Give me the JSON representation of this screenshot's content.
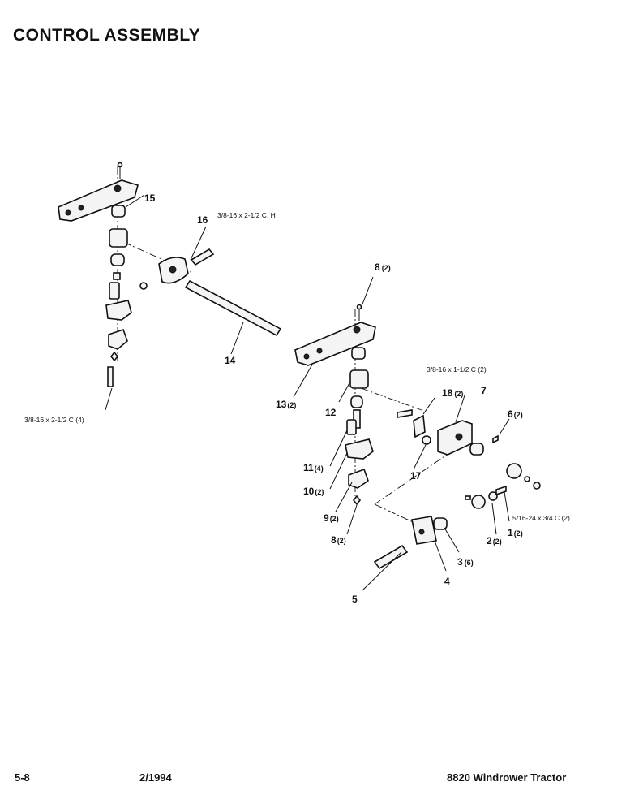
{
  "title": "CONTROL ASSEMBLY",
  "callouts": {
    "c1": {
      "num": "1",
      "qty": "(2)"
    },
    "c2": {
      "num": "2",
      "qty": "(2)"
    },
    "c3": {
      "num": "3",
      "qty": "(6)"
    },
    "c4": {
      "num": "4",
      "qty": ""
    },
    "c5": {
      "num": "5",
      "qty": ""
    },
    "c6": {
      "num": "6",
      "qty": "(2)"
    },
    "c7": {
      "num": "7",
      "qty": ""
    },
    "c8a": {
      "num": "8",
      "qty": "(2)"
    },
    "c8b": {
      "num": "8",
      "qty": "(2)"
    },
    "c9": {
      "num": "9",
      "qty": "(2)"
    },
    "c10": {
      "num": "10",
      "qty": "(2)"
    },
    "c11": {
      "num": "11",
      "qty": "(4)"
    },
    "c12": {
      "num": "12",
      "qty": ""
    },
    "c13": {
      "num": "13",
      "qty": "(2)"
    },
    "c14": {
      "num": "14",
      "qty": ""
    },
    "c15": {
      "num": "15",
      "qty": ""
    },
    "c16": {
      "num": "16",
      "qty": ""
    },
    "c17": {
      "num": "17",
      "qty": ""
    },
    "c18": {
      "num": "18",
      "qty": "(2)"
    }
  },
  "specs": {
    "bolt_16": "3/8-16 x 2-1/2 C, H",
    "bolt_left": "3/8-16 x 2-1/2 C (4)",
    "bolt_18": "3/8-16 x 1-1/2 C (2)",
    "bolt_1": "5/16-24 x 3/4 C (2)"
  },
  "footer": {
    "page": "5-8",
    "date": "2/1994",
    "model": "8820 Windrower Tractor"
  }
}
